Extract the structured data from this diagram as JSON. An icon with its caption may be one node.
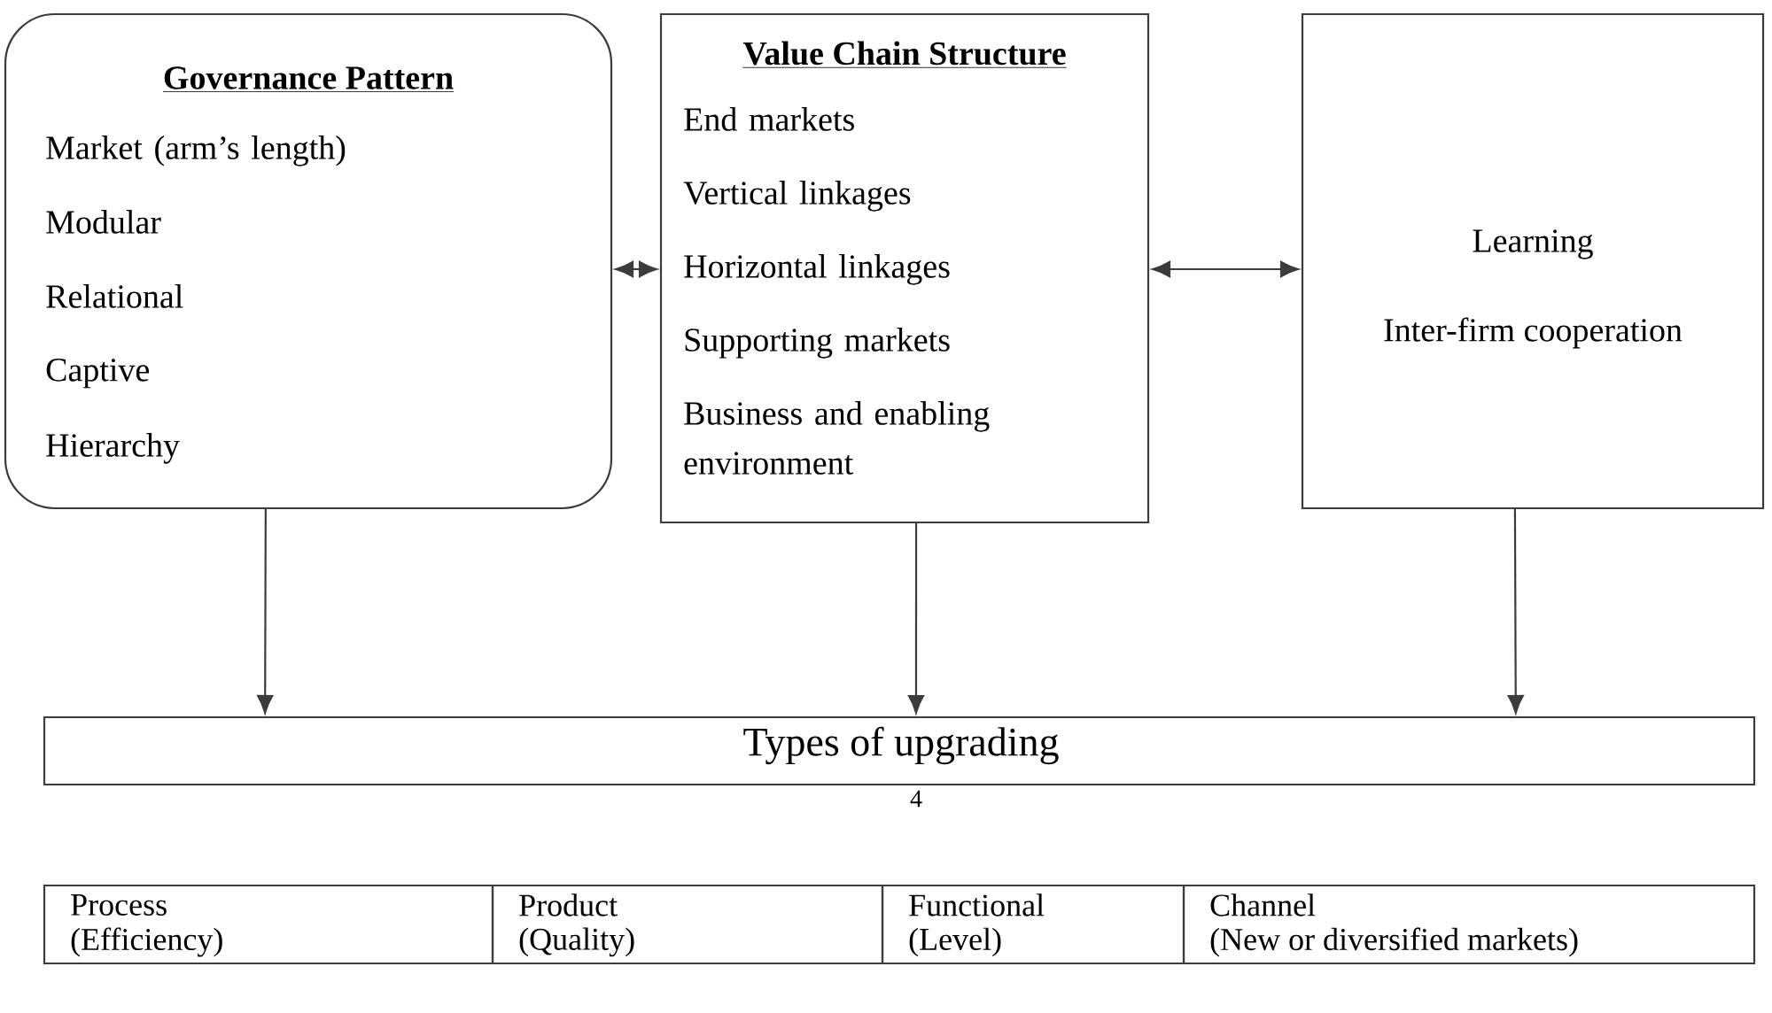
{
  "diagram": {
    "nodes": [
      {
        "text": [
          "Governance Pattern",
          "Market (arm’s length)",
          "Modular",
          "Relational",
          "Captive",
          "Hierarchy"
        ]
      },
      {
        "text": [
          "Value Chain Structure",
          "End markets",
          "Vertical linkages",
          "Horizontal linkages",
          "Supporting markets",
          "Business and enabling environment"
        ]
      },
      {
        "text": [
          "Learning",
          "Inter-firm cooperation"
        ]
      },
      {
        "text": [
          "Types of upgrading"
        ]
      },
      {
        "text": [
          "Process",
          "(Efficiency)"
        ]
      },
      {
        "text": [
          "Product",
          "(Quality)"
        ]
      },
      {
        "text": [
          "Functional",
          "(Level)"
        ]
      },
      {
        "text": [
          "Channel",
          "(New or diversified markets)"
        ]
      }
    ],
    "edges": [
      {
        "from": 0,
        "to": 1,
        "arrow": "both"
      },
      {
        "from": 1,
        "to": 2,
        "arrow": "both"
      },
      {
        "from": 0,
        "to": 3,
        "arrow": "to"
      },
      {
        "from": 1,
        "to": 3,
        "arrow": "to"
      },
      {
        "from": 2,
        "to": 3,
        "arrow": "to"
      }
    ],
    "labels": [
      "4"
    ]
  }
}
